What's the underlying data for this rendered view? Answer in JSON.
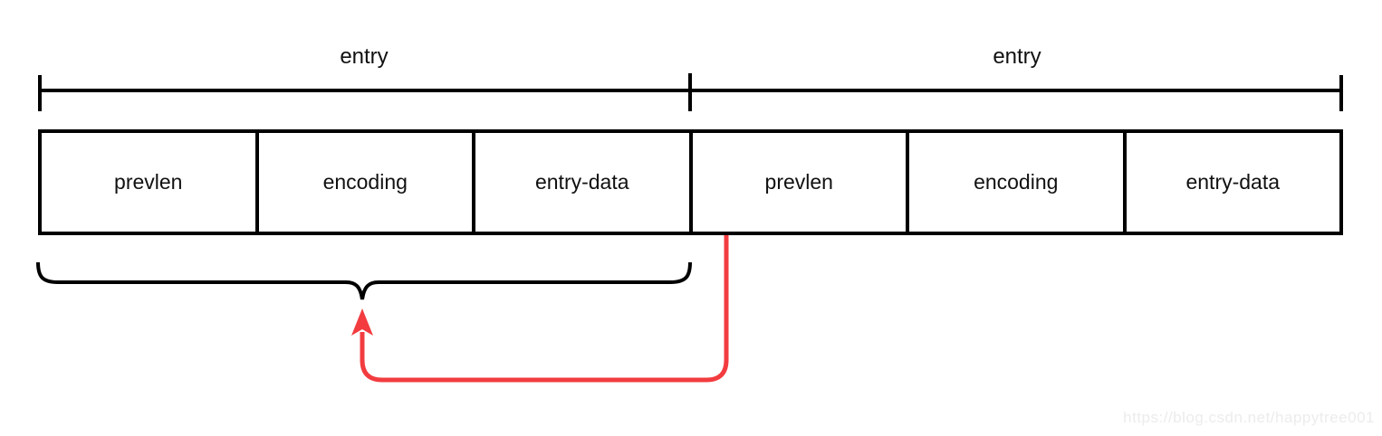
{
  "diagram": {
    "entries": [
      {
        "label": "entry",
        "fields": [
          {
            "label": "prevlen"
          },
          {
            "label": "encoding"
          },
          {
            "label": "entry-data"
          }
        ]
      },
      {
        "label": "entry",
        "fields": [
          {
            "label": "prevlen"
          },
          {
            "label": "encoding"
          },
          {
            "label": "entry-data"
          }
        ]
      }
    ],
    "colors": {
      "line": "#000000",
      "arrow": "#f23c40",
      "watermark": "#ececec"
    },
    "watermark": "https://blog.csdn.net/happytree001"
  }
}
